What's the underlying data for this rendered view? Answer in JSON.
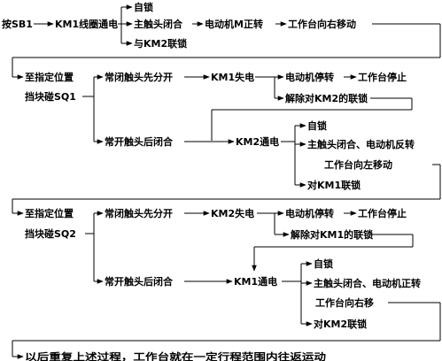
{
  "labels": {
    "press_sb1": "按SB1",
    "km1_coil_on": "KM1线圈通电",
    "self_lock_1": "自锁",
    "main_contact_close_1": "主触头闭合",
    "motor_m_forward": "电动机M正转",
    "table_move_right_1": "工作台向右移动",
    "interlock_km2_1": "与KM2联锁",
    "reach_position_1": "至指定位置",
    "stop_hits_sq1": "挡块碰SQ1",
    "nc_open_first_1": "常闭触头先分开",
    "km1_off": "KM1失电",
    "motor_stop_1": "电动机停转",
    "table_stop_1": "工作台停止",
    "release_km2_interlock": "解除对KM2的联锁",
    "no_close_after_1": "常开触头后闭合",
    "km2_on": "KM2通电",
    "self_lock_2": "自锁",
    "main_contact_reverse": "主触头闭合、电动机反转",
    "table_move_left": "工作台向左移动",
    "interlock_km1": "对KM1联锁",
    "reach_position_2": "至指定位置",
    "stop_hits_sq2": "挡块碰SQ2",
    "nc_open_first_2": "常闭触头先分开",
    "km2_off": "KM2失电",
    "motor_stop_2": "电动机停转",
    "table_stop_2": "工作台停止",
    "release_km1_interlock": "解除对KM1的联锁",
    "no_close_after_2": "常开触头后闭合",
    "km1_on": "KM1通电",
    "self_lock_3": "自锁",
    "main_contact_forward": "主触头闭合、电动机正转",
    "table_move_right_2": "工作台向右移",
    "interlock_km2_2": "对KM2联锁",
    "repeat_process": "以后重复上述过程，工作台就在一定行程范围内往返运动"
  }
}
